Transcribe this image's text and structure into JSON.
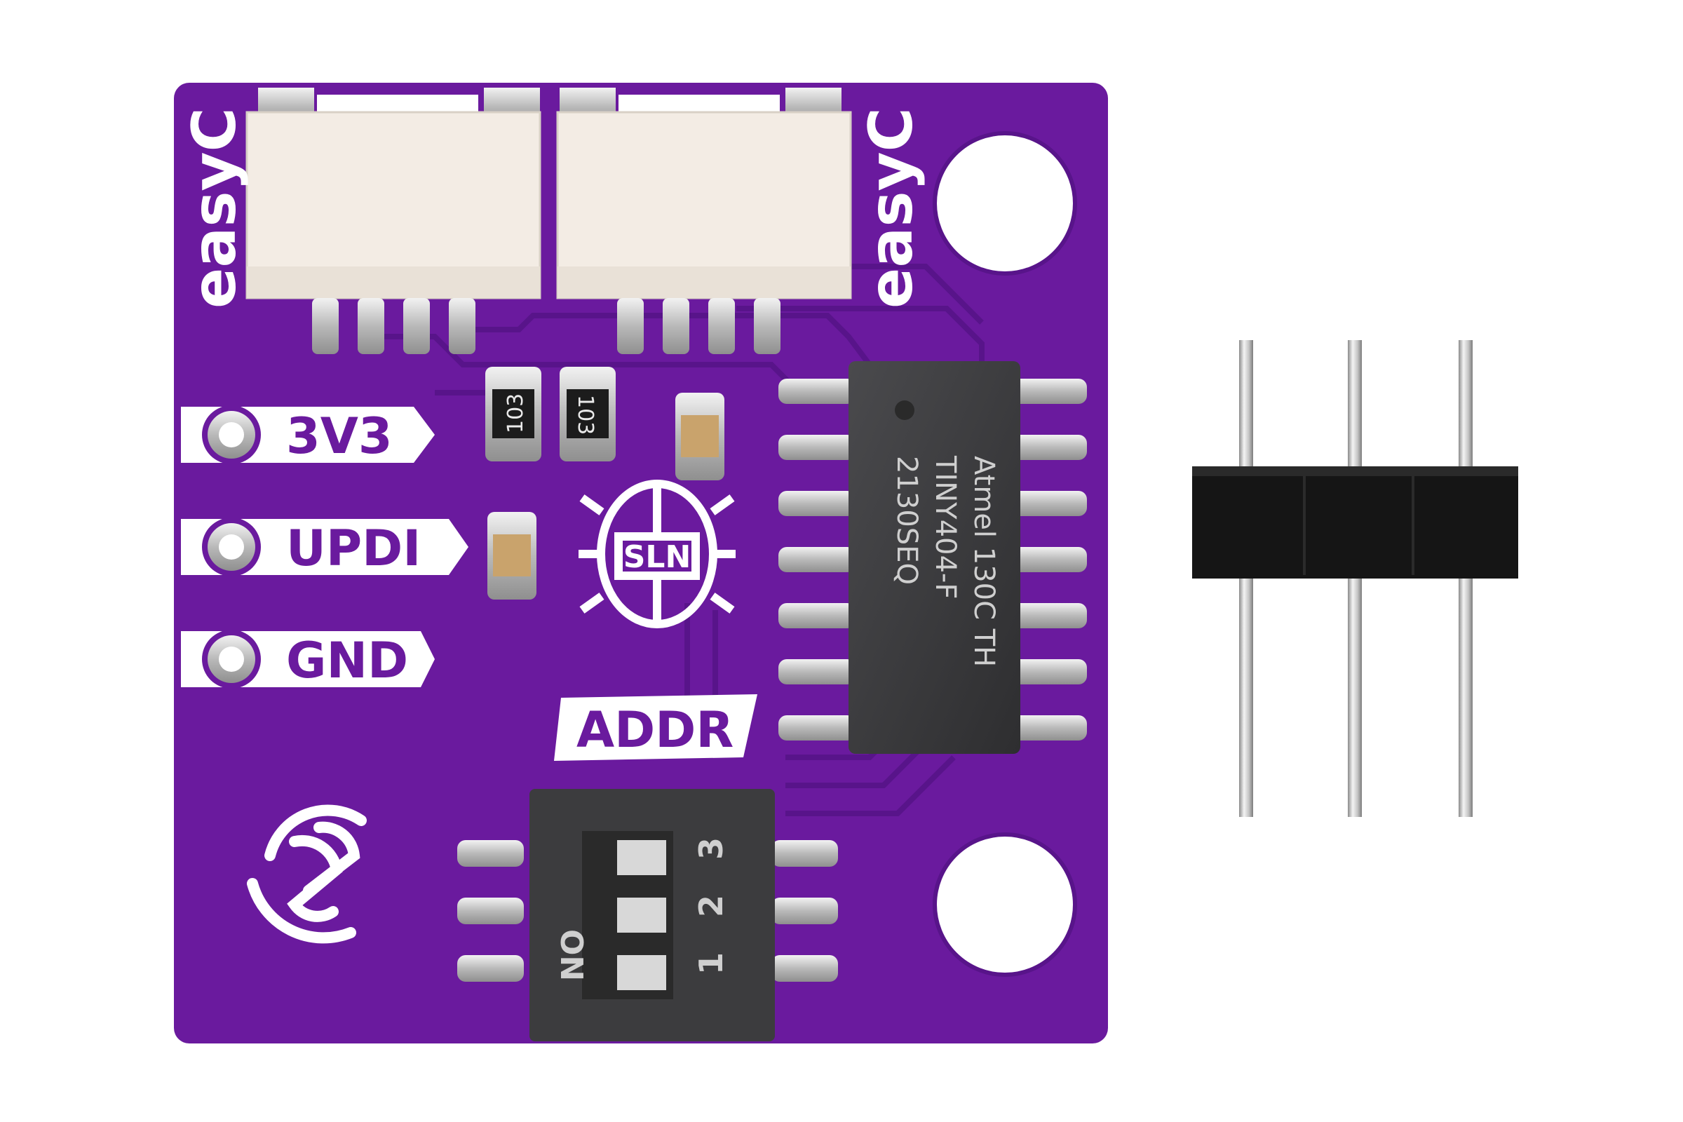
{
  "board": {
    "connector_label_left": "easyC",
    "connector_label_right": "easyC",
    "pin_labels": [
      "3V3",
      "UPDI",
      "GND"
    ],
    "addr_label": "ADDR",
    "resistor_labels": [
      "103",
      "103"
    ],
    "dip_on_label": "ON",
    "dip_numbers": [
      "1",
      "2",
      "3"
    ],
    "chip_lines": [
      "Atmel 130C TH",
      "TINY404-F",
      "2130SEQ"
    ],
    "logo_text": "SLN"
  },
  "colors": {
    "pcb": "#6a1a9e",
    "pcb_dark": "#58148a",
    "silk": "#ffffff",
    "metal": "#c9c9c9",
    "chip": "#3a3a3c",
    "connector": "#f3ece4",
    "header_plastic": "#151515"
  }
}
